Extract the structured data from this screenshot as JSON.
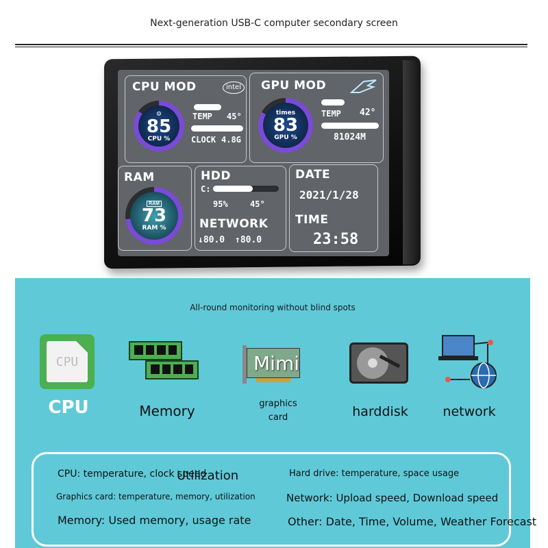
{
  "header": {
    "title": "Next-generation USB-C computer secondary screen"
  },
  "screen": {
    "cpu": {
      "title": "CPU MOD",
      "brand": "intel",
      "value": "85",
      "unit": "CPU %",
      "temp_label": "TEMP",
      "temp_value": "45°",
      "clock_label": "CLOCK",
      "clock_value": "4.8G"
    },
    "gpu": {
      "title": "GPU MOD",
      "times": "times",
      "value": "83",
      "unit": "GPU %",
      "temp_label": "TEMP",
      "temp_value": "42°",
      "memory_value": "81024M"
    },
    "ram": {
      "title": "RAM",
      "value": "73",
      "unit": "RAM %"
    },
    "hdd": {
      "title": "HDD",
      "drive": "C:",
      "usage": "95%",
      "temp": "45°"
    },
    "network": {
      "title": "NETWORK",
      "down": "↓80.0",
      "up": "↑80.0"
    },
    "date": {
      "label": "DATE",
      "value": "2021/1/28"
    },
    "time": {
      "label": "TIME",
      "value": "23:58"
    }
  },
  "features": {
    "subtitle": "All-round monitoring without blind spots",
    "items": [
      {
        "label": "CPU",
        "icon": "cpu-chip-icon"
      },
      {
        "label": "Memory",
        "icon": "memory-ram-icon"
      },
      {
        "label": "graphics card",
        "icon": "graphics-card-icon",
        "overlay": "Mimi"
      },
      {
        "label": "harddisk",
        "icon": "harddisk-icon"
      },
      {
        "label": "network",
        "icon": "network-icon"
      }
    ],
    "cpu_chip_text": "CPU"
  },
  "details": {
    "cpu": "CPU: temperature, clock speed",
    "cpu_overlay": "Utilization",
    "gpu": "Graphics card: temperature, memory, utilization",
    "memory": "Memory: Used memory, usage rate",
    "hdd": "Hard drive: temperature, space usage",
    "network": "Network: Upload speed, Download speed",
    "other": "Other: Date, Time, Volume, Weather Forecast"
  },
  "colors": {
    "teal": "#5fc9d8",
    "screen_panel": "#616469",
    "gauge_accent": "#7b4ad8",
    "cpu_green": "#4caf50"
  }
}
